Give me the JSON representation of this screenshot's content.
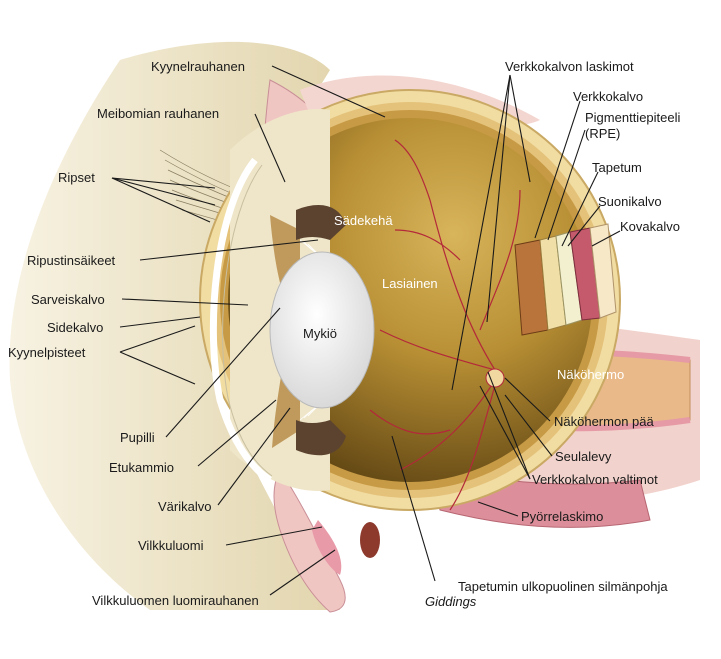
{
  "labels": {
    "kyynelrauhanen": "Kyynelrauhanen",
    "meibomian": "Meibomian rauhanen",
    "ripset": "Ripset",
    "ripustinsaikeet": "Ripustinsäikeet",
    "sarveiskalvo": "Sarveiskalvo",
    "sidekalvo": "Sidekalvo",
    "kyynelpisteet": "Kyynelpisteet",
    "pupilli": "Pupilli",
    "etukammio": "Etukammio",
    "varikalvo": "Värikalvo",
    "vilkkuluomi": "Vilkkuluomi",
    "luomirauhanen": "Vilkkuluomen luomirauhanen",
    "sadekeha": "Sädekehä",
    "lasiainen": "Lasiainen",
    "mykio": "Mykiö",
    "laskimot": "Verkkokalvon laskimot",
    "verkkokalvo": "Verkkokalvo",
    "rpe_line1": "Pigmenttiepiteeli",
    "rpe_line2": "(RPE)",
    "tapetum": "Tapetum",
    "suonikalvo": "Suonikalvo",
    "kovakalvo": "Kovakalvo",
    "nakohermo": "Näköhermo",
    "nakohermon_paa": "Näköhermon pää",
    "seulalevy": "Seulalevy",
    "valtimot": "Verkkokalvon valtimot",
    "pyorrelaskimo": "Pyörrelaskimo",
    "silmanpohja": "Tapetumin ulkopuolinen silmänpohja"
  },
  "signature": "Giddings",
  "colors": {
    "skin": "#efe6c9",
    "lens": "#f2f2f2",
    "vitreous": "#c9a24a",
    "fundus": "#6e5218",
    "sclera": "#f1dca2",
    "pink": "#e7a8b0",
    "nerve": "#e9b98a",
    "vessel": "#b3283a"
  }
}
